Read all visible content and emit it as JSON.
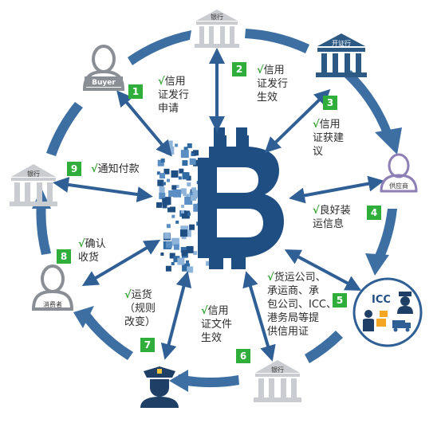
{
  "nodes": {
    "bank_top": "银行",
    "bank_issuing": "开证行",
    "buyer": "Buyer",
    "supplier": "供应商",
    "bank_left": "银行",
    "consumer": "消费者",
    "bank_bottom": "银行",
    "icc": "ICC"
  },
  "steps": [
    {
      "num": "1",
      "lines": [
        "信用",
        "证发行",
        "申请"
      ]
    },
    {
      "num": "2",
      "lines": [
        "信用",
        "证发行",
        "生效"
      ]
    },
    {
      "num": "3",
      "lines": [
        "信用",
        "证获建",
        "议"
      ]
    },
    {
      "num": "4",
      "lines": [
        "良好装",
        "运信息"
      ]
    },
    {
      "num": "5",
      "lines": [
        "货运公司、",
        "承运商、承",
        "包公司、ICC、",
        "港务局等提",
        "供信用证"
      ]
    },
    {
      "num": "6",
      "lines": [
        "信用",
        "证文件",
        "生效"
      ]
    },
    {
      "num": "7",
      "lines": [
        "运货",
        "（规则",
        "改变）"
      ]
    },
    {
      "num": "8",
      "lines": [
        "确认",
        "收货"
      ]
    },
    {
      "num": "9",
      "lines": [
        "通知付款"
      ]
    }
  ],
  "colors": {
    "ring": "#3d6fa3",
    "arrow": "#2f5f94",
    "badge": "#2fae3b",
    "check": "#3aa63a",
    "bitcoin": "#1f4e82",
    "bank_gray": "#c9ccd0",
    "bank_dark": "#2d5a84",
    "person": "#8a8f96",
    "supplier": "#8d7fb5"
  }
}
